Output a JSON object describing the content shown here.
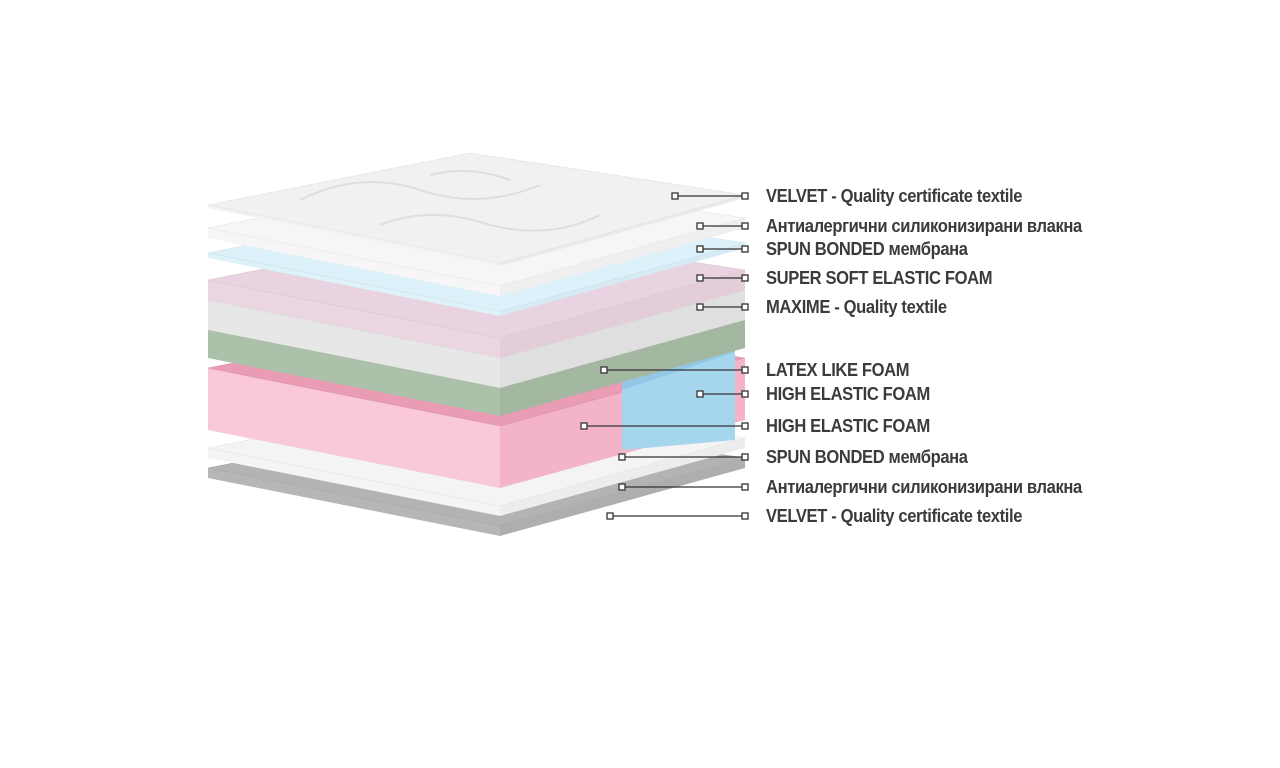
{
  "layers": [
    {
      "label": "VELVET - Quality certificate textile",
      "color": "#f1f1f1"
    },
    {
      "label": "Антиалергични силиконизирани влакна",
      "color": "#f6f6f6"
    },
    {
      "label": "SPUN BONDED мембрана",
      "color": "#ddf1fa"
    },
    {
      "label": "SUPER SOFT ELASTIC FOAM",
      "color": "#ead3e0"
    },
    {
      "label": "MAXIME - Quality textile",
      "color": "#e6e6e6"
    },
    {
      "label": "LATEX LIKE FOAM",
      "color": "#a9bea6"
    },
    {
      "label": "HIGH ELASTIC FOAM",
      "color": "#a6d5ee"
    },
    {
      "label": "HIGH ELASTIC FOAM",
      "color": "#e99cb4"
    },
    {
      "label": "SPUN BONDED мембрана",
      "color": "#dcf1fa"
    },
    {
      "label": "Антиалергични силиконизирани влакна",
      "color": "#f4f4f4"
    },
    {
      "label": "VELVET - Quality certificate textile",
      "color": "#b3b3b3"
    }
  ]
}
